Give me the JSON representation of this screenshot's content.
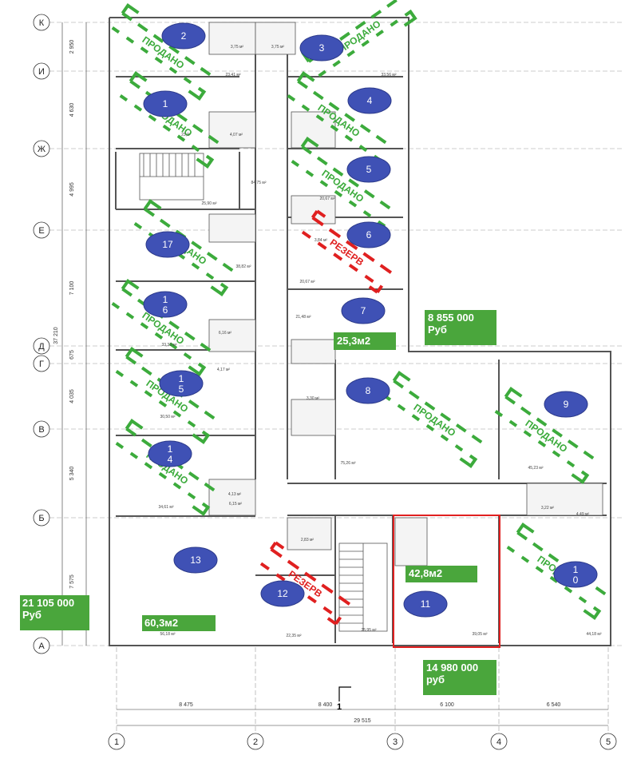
{
  "row_axes": [
    "К",
    "И",
    "Ж",
    "Е",
    "Д",
    "Г",
    "В",
    "Б",
    "А"
  ],
  "col_axes": [
    "1",
    "2",
    "3",
    "4",
    "5"
  ],
  "row_spans": [
    "2 950",
    "4 630",
    "4 995",
    "7 100",
    "675",
    "4 035",
    "5 340",
    "7 575"
  ],
  "row_total": "37 210",
  "col_spans": [
    "8 475",
    "8 400",
    "6 100",
    "6 540"
  ],
  "col_total": "29 515",
  "section_mark": "1",
  "units": [
    {
      "label": "2"
    },
    {
      "label": "3"
    },
    {
      "label": "1"
    },
    {
      "label": "4"
    },
    {
      "label": "5"
    },
    {
      "label": "17"
    },
    {
      "label": "6"
    },
    {
      "label": "1\n6"
    },
    {
      "label": "7"
    },
    {
      "label": "1\n5"
    },
    {
      "label": "8"
    },
    {
      "label": "9"
    },
    {
      "label": "1\n4"
    },
    {
      "label": "13"
    },
    {
      "label": "12"
    },
    {
      "label": "11"
    },
    {
      "label": "1\n0"
    }
  ],
  "status": {
    "sold": "ПРОДАНО",
    "reserve": "РЕЗЕРВ"
  },
  "price_boxes": [
    {
      "price": "8 855 000",
      "unit": "Руб"
    },
    {
      "price": "21 105 000",
      "unit": "Руб"
    },
    {
      "price": "14 980 000",
      "unit": "руб"
    }
  ],
  "area_boxes": [
    "25,3м2",
    "60,3м2",
    "42,8м2"
  ],
  "room_areas": [
    "23,41 м²",
    "3,75 м²",
    "3,75 м²",
    "33,56 м²",
    "4,07 м²",
    "23,9",
    "25,90 м²",
    "84,75 м²",
    "20,67 м²",
    "3,84 м²",
    "38,82 м²",
    "20,67 м²",
    "21,48 м²",
    "6,16 м²",
    "33,33 м²",
    "4,17 м²",
    "3,30 м²",
    "30,50 м²",
    "75,26 м²",
    "45,23 м²",
    "4,13 м²",
    "34,61 м²",
    "6,15 м²",
    "3,22 м²",
    "4,49 м²",
    "2,83 м²",
    "56,18 м²",
    "22,35 м²",
    "25,95 м²",
    "39,05 м²",
    "44,18 м²"
  ],
  "colors": {
    "sold": "#3cab3c",
    "reserve": "#e02020",
    "unit_fill": "#3f51b5",
    "box": "#4aa63c",
    "wall": "#555555"
  }
}
